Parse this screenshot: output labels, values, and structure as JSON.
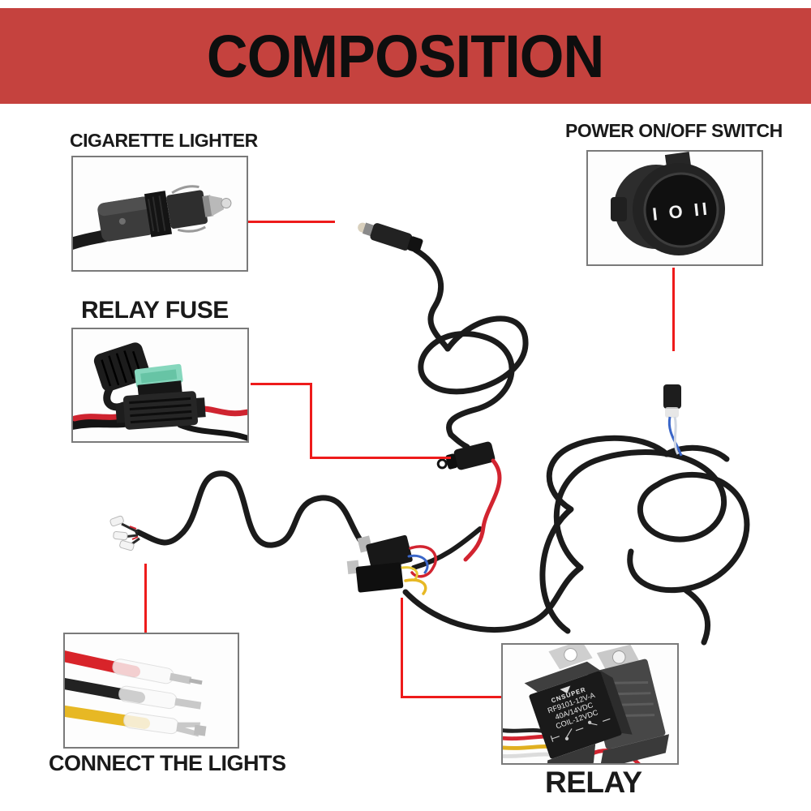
{
  "banner": {
    "title": "COMPOSITION"
  },
  "labels": {
    "cigarette_lighter": "CIGARETTE LIGHTER",
    "power_switch": "POWER ON/OFF SWITCH",
    "relay_fuse": "RELAY FUSE",
    "connect_lights": "CONNECT THE LIGHTS",
    "relay": "RELAY"
  },
  "switch_markings": "I O II",
  "relay_label": {
    "brand": "CNSUPER",
    "model": "RF9101-12V-A",
    "rating": "40A/14VDC",
    "coil": "COIL-12VDC"
  },
  "colors": {
    "background": "#ffffff",
    "banner_bg": "#c5423e",
    "banner_text": "#0e0e0e",
    "label_text": "#1a1a1a",
    "box_border": "#7a7a7a",
    "leader_line": "#ee1b1b",
    "wire_black": "#1b1b1b",
    "wire_red": "#d22430",
    "wire_yellow": "#e7b824",
    "wire_blue": "#3a66c8",
    "fuse_green": "#86d7bd"
  }
}
